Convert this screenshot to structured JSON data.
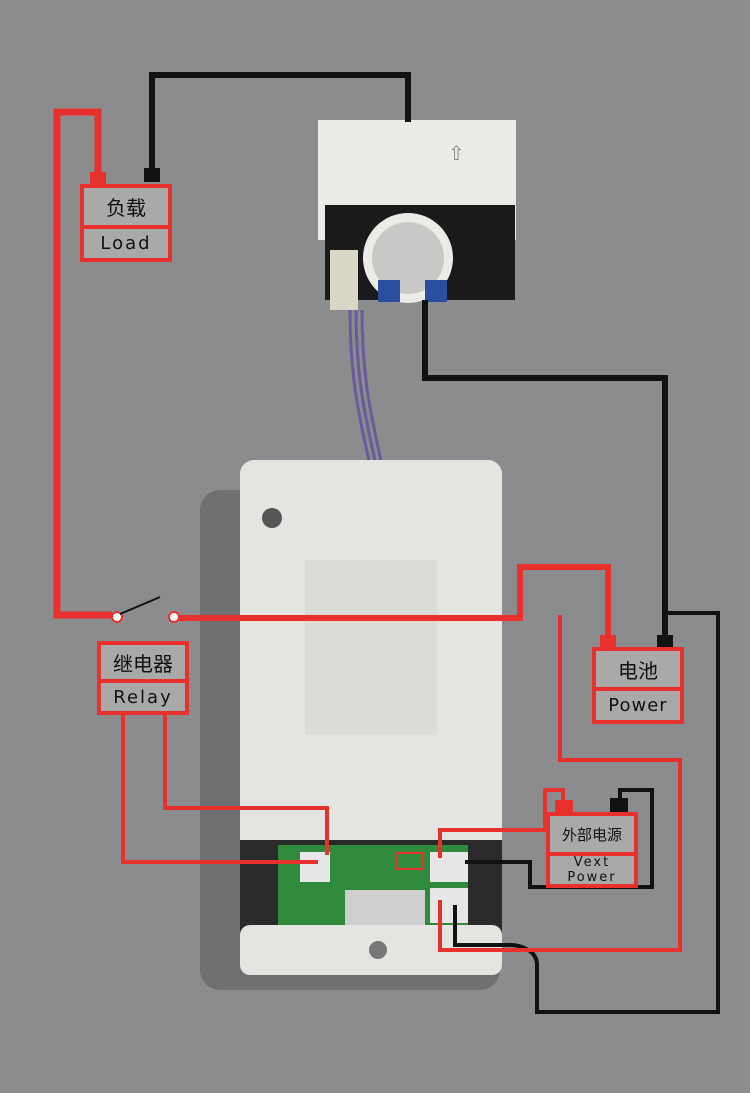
{
  "labels": {
    "load": {
      "cn": "负载",
      "en": "Load"
    },
    "relay": {
      "cn": "继电器",
      "en": "Relay"
    },
    "battery": {
      "cn": "电池",
      "en": "Power"
    },
    "vext": {
      "cn": "外部电源",
      "en_line1": "Vext",
      "en_line2": "Power"
    }
  },
  "colors": {
    "positive_wire": "#e8302c",
    "negative_wire": "#111111",
    "background": "#8b8c8e",
    "device": "#e4e4e0"
  }
}
